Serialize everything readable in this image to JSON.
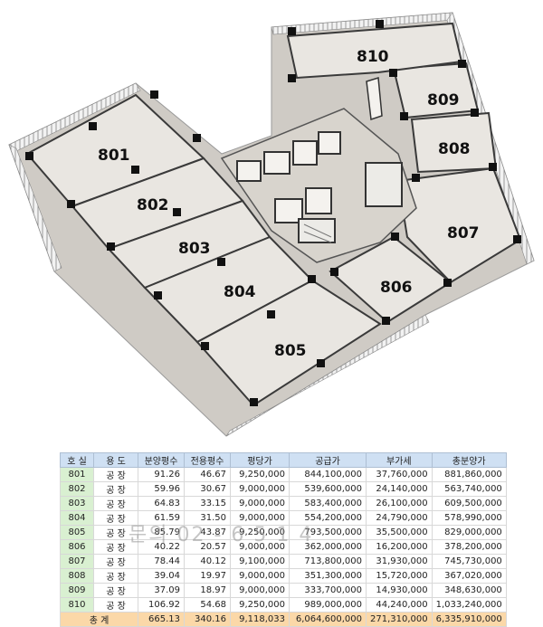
{
  "units_on_plan": [
    "801",
    "802",
    "803",
    "804",
    "805",
    "806",
    "807",
    "808",
    "809",
    "810"
  ],
  "table": {
    "headers": [
      "호 실",
      "용 도",
      "분양평수",
      "전용평수",
      "평당가",
      "공급가",
      "부가세",
      "총분양가"
    ],
    "rows": [
      {
        "unit": "801",
        "use": "공 장",
        "sale_area": "91.26",
        "exclusive_area": "46.67",
        "price_per_pyeong": "9,250,000",
        "supply_price": "844,100,000",
        "vat": "37,760,000",
        "total_price": "881,860,000"
      },
      {
        "unit": "802",
        "use": "공 장",
        "sale_area": "59.96",
        "exclusive_area": "30.67",
        "price_per_pyeong": "9,000,000",
        "supply_price": "539,600,000",
        "vat": "24,140,000",
        "total_price": "563,740,000"
      },
      {
        "unit": "803",
        "use": "공 장",
        "sale_area": "64.83",
        "exclusive_area": "33.15",
        "price_per_pyeong": "9,000,000",
        "supply_price": "583,400,000",
        "vat": "26,100,000",
        "total_price": "609,500,000"
      },
      {
        "unit": "804",
        "use": "공 장",
        "sale_area": "61.59",
        "exclusive_area": "31.50",
        "price_per_pyeong": "9,000,000",
        "supply_price": "554,200,000",
        "vat": "24,790,000",
        "total_price": "578,990,000"
      },
      {
        "unit": "805",
        "use": "공 장",
        "sale_area": "85.79",
        "exclusive_area": "43.87",
        "price_per_pyeong": "9,250,000",
        "supply_price": "793,500,000",
        "vat": "35,500,000",
        "total_price": "829,000,000"
      },
      {
        "unit": "806",
        "use": "공 장",
        "sale_area": "40.22",
        "exclusive_area": "20.57",
        "price_per_pyeong": "9,000,000",
        "supply_price": "362,000,000",
        "vat": "16,200,000",
        "total_price": "378,200,000"
      },
      {
        "unit": "807",
        "use": "공 장",
        "sale_area": "78.44",
        "exclusive_area": "40.12",
        "price_per_pyeong": "9,100,000",
        "supply_price": "713,800,000",
        "vat": "31,930,000",
        "total_price": "745,730,000"
      },
      {
        "unit": "808",
        "use": "공 장",
        "sale_area": "39.04",
        "exclusive_area": "19.97",
        "price_per_pyeong": "9,000,000",
        "supply_price": "351,300,000",
        "vat": "15,720,000",
        "total_price": "367,020,000"
      },
      {
        "unit": "809",
        "use": "공 장",
        "sale_area": "37.09",
        "exclusive_area": "18.97",
        "price_per_pyeong": "9,000,000",
        "supply_price": "333,700,000",
        "vat": "14,930,000",
        "total_price": "348,630,000"
      },
      {
        "unit": "810",
        "use": "공 장",
        "sale_area": "106.92",
        "exclusive_area": "54.68",
        "price_per_pyeong": "9,250,000",
        "supply_price": "989,000,000",
        "vat": "44,240,000",
        "total_price": "1,033,240,000"
      }
    ],
    "total": {
      "label": "총 계",
      "sale_area": "665.13",
      "exclusive_area": "340.16",
      "price_per_pyeong": "9,118,033",
      "supply_price": "6,064,600,000",
      "vat": "271,310,000",
      "total_price": "6,335,910,000"
    }
  },
  "watermark": "문의 02 - 6 5  1 4",
  "colors": {
    "header": "#cfe0f3",
    "unit_cell": "#d9f0d1",
    "total_row": "#fbd8a8",
    "floor": "#e9e6e1",
    "wall": "#b8b4ae",
    "column": "#111111"
  }
}
